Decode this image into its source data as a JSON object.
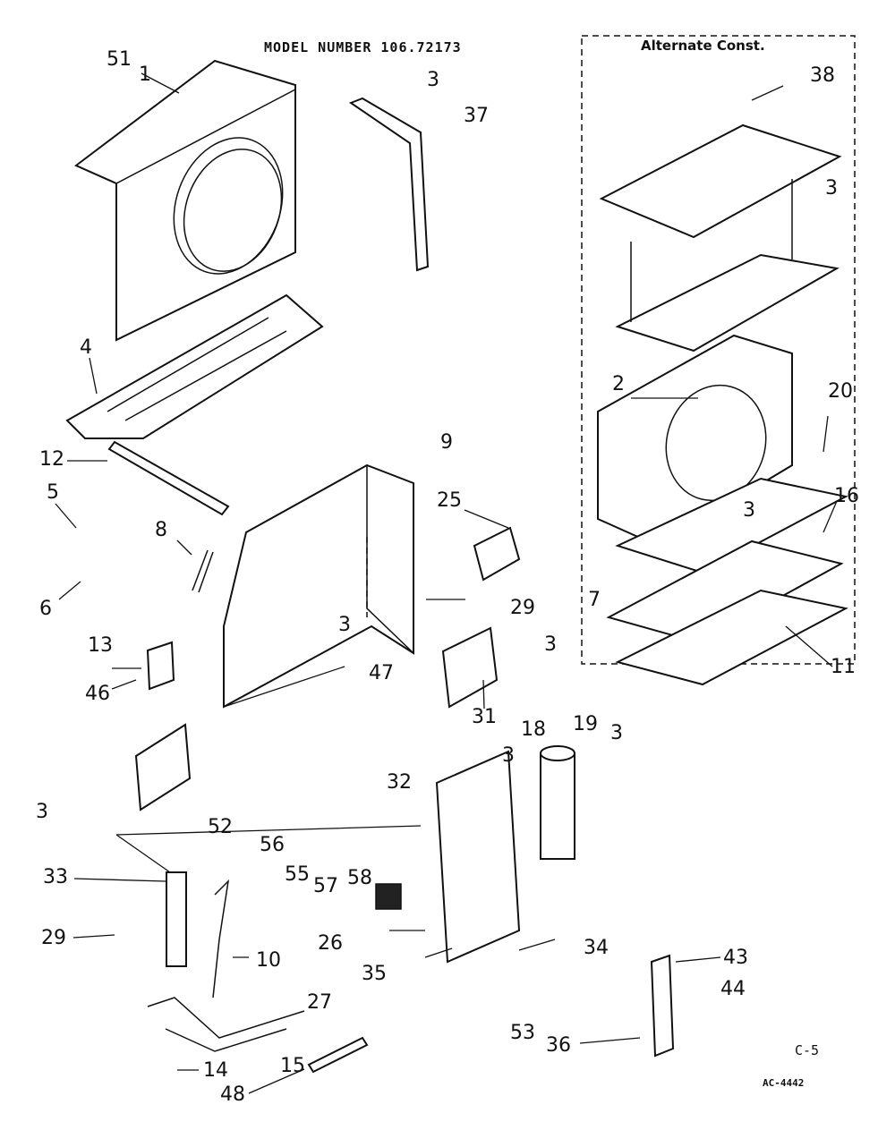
{
  "header": {
    "model_number": "MODEL NUMBER 106.72173"
  },
  "alternate_box": {
    "title": "Alternate Const."
  },
  "footer": {
    "sheet": "C-5",
    "code": "AC-4442"
  },
  "callouts": [
    {
      "id": "c51",
      "text": "51"
    },
    {
      "id": "c1",
      "text": "1"
    },
    {
      "id": "c3a",
      "text": "3"
    },
    {
      "id": "c37",
      "text": "37"
    },
    {
      "id": "c38",
      "text": "38"
    },
    {
      "id": "c3b",
      "text": "3"
    },
    {
      "id": "c4",
      "text": "4"
    },
    {
      "id": "c2",
      "text": "2"
    },
    {
      "id": "c20",
      "text": "20"
    },
    {
      "id": "c12",
      "text": "12"
    },
    {
      "id": "c9",
      "text": "9"
    },
    {
      "id": "c5",
      "text": "5"
    },
    {
      "id": "c25",
      "text": "25"
    },
    {
      "id": "c3c",
      "text": "3"
    },
    {
      "id": "c16",
      "text": "16"
    },
    {
      "id": "c8",
      "text": "8"
    },
    {
      "id": "c6",
      "text": "6"
    },
    {
      "id": "c29a",
      "text": "29"
    },
    {
      "id": "c3d",
      "text": "3"
    },
    {
      "id": "c7",
      "text": "7"
    },
    {
      "id": "c3e",
      "text": "3"
    },
    {
      "id": "c13",
      "text": "13"
    },
    {
      "id": "c47",
      "text": "47"
    },
    {
      "id": "c31",
      "text": "31"
    },
    {
      "id": "c11",
      "text": "11"
    },
    {
      "id": "c46",
      "text": "46"
    },
    {
      "id": "c18",
      "text": "18"
    },
    {
      "id": "c19",
      "text": "19"
    },
    {
      "id": "c3f",
      "text": "3"
    },
    {
      "id": "c3g",
      "text": "3"
    },
    {
      "id": "c3h",
      "text": "3"
    },
    {
      "id": "c32",
      "text": "32"
    },
    {
      "id": "c52",
      "text": "52"
    },
    {
      "id": "c56",
      "text": "56"
    },
    {
      "id": "c55",
      "text": "55"
    },
    {
      "id": "c57",
      "text": "57"
    },
    {
      "id": "c58",
      "text": "58"
    },
    {
      "id": "c33",
      "text": "33"
    },
    {
      "id": "c29b",
      "text": "29"
    },
    {
      "id": "c26",
      "text": "26"
    },
    {
      "id": "c34",
      "text": "34"
    },
    {
      "id": "c10",
      "text": "10"
    },
    {
      "id": "c35",
      "text": "35"
    },
    {
      "id": "c43",
      "text": "43"
    },
    {
      "id": "c27",
      "text": "27"
    },
    {
      "id": "c44",
      "text": "44"
    },
    {
      "id": "c53",
      "text": "53"
    },
    {
      "id": "c36",
      "text": "36"
    },
    {
      "id": "c14",
      "text": "14"
    },
    {
      "id": "c15",
      "text": "15"
    },
    {
      "id": "c48",
      "text": "48"
    }
  ]
}
